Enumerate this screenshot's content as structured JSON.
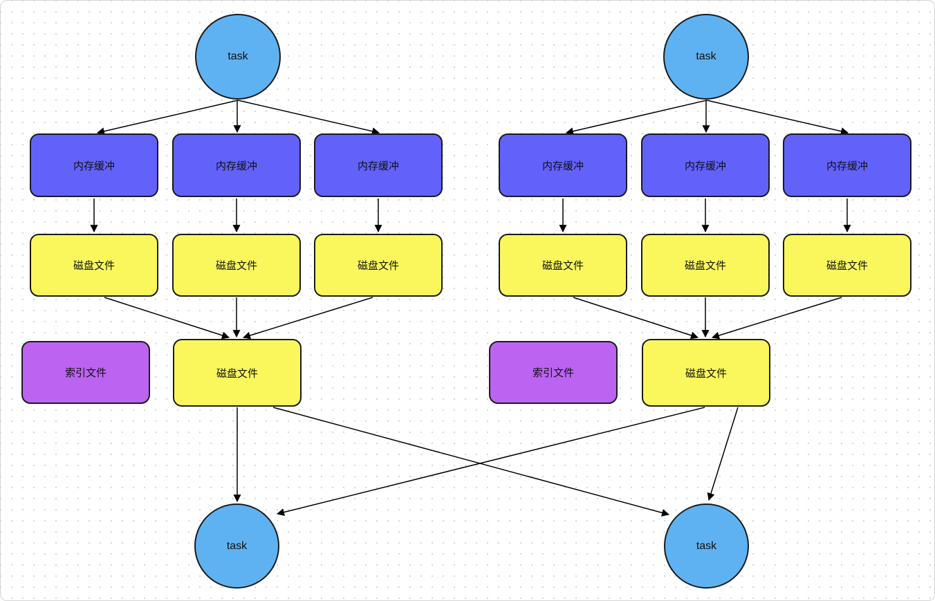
{
  "labels": {
    "task": "task",
    "memory_buffer": "内存缓冲",
    "disk_file": "磁盘文件",
    "index_file": "索引文件"
  },
  "colors": {
    "task_fill": "#5FB2F2",
    "memory_buffer_fill": "#6262FA",
    "disk_file_fill": "#FAF75C",
    "index_file_fill": "#BC63F2",
    "node_stroke": "#1A1A1A",
    "edge_color": "#000000",
    "grid_dot": "#D6D6D6",
    "canvas_bg": "#FFFFFF"
  }
}
